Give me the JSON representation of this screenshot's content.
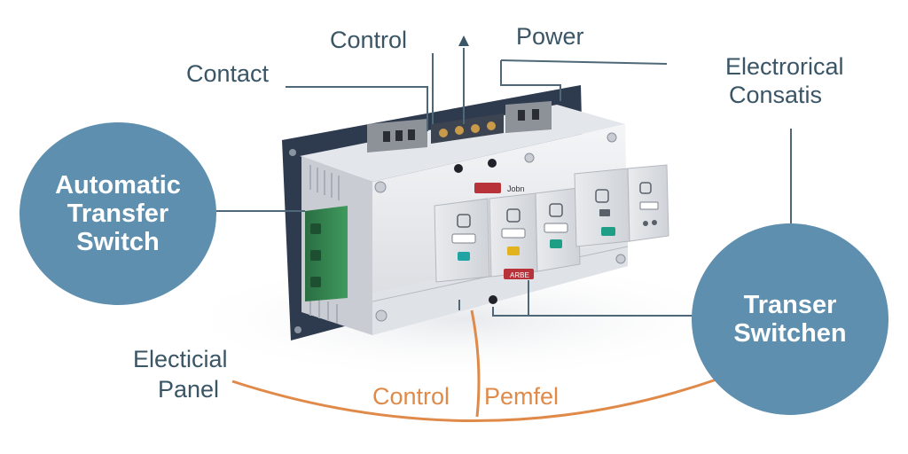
{
  "labels": {
    "control_top": "Control",
    "power": "Power",
    "contact": "Contact",
    "electrorical_line1": "Electrorical",
    "electrorical_line2": "Consatis",
    "electicial_line1": "Electicial",
    "electicial_line2": "Panel",
    "control_bottom": "Control",
    "pemfel": "Pemfel"
  },
  "circles": {
    "left": {
      "line1": "Automatic",
      "line2": "Transfer",
      "line3": "Switch"
    },
    "right": {
      "line1": "Transer",
      "line2": "Switchen"
    }
  },
  "device": {
    "top_label": "Jobn",
    "bottom_label": "ARBE"
  },
  "colors": {
    "circle_fill": "#5e8faf",
    "label_text": "#3a5566",
    "accent_orange": "#e08a4a",
    "terminal_green": "#2f7d4a",
    "indicator_cyan": "#1fa3a3",
    "indicator_yellow": "#e3b21f",
    "indicator_teal": "#1f9e86",
    "badge_red": "#b8323a",
    "panel_navy": "#2e3a4e"
  }
}
